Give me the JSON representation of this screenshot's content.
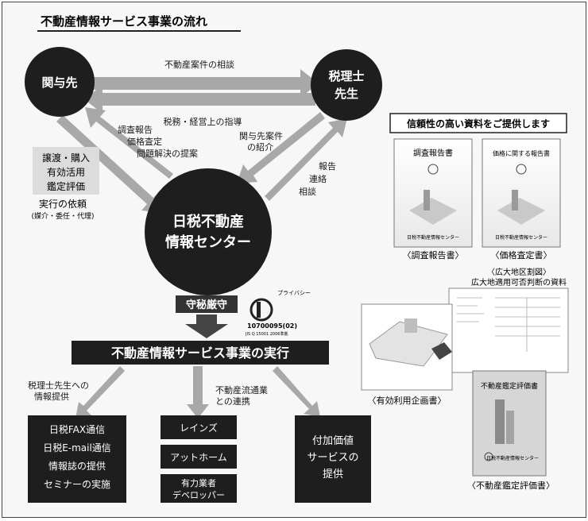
{
  "title": "不動産情報サービス事業の流れ",
  "nodes": {
    "kanyo": "関与先",
    "zeirishi": [
      "税理士",
      "先生"
    ],
    "center": [
      "日税不動産",
      "情報センター"
    ]
  },
  "arrows": {
    "top": "不動産案件の相談",
    "mid": "税務・経営上の指導",
    "left": [
      "調査報告",
      "価格査定",
      "問題解決の提案"
    ],
    "right_in": [
      "関与先案件",
      "の紹介"
    ],
    "right_out": [
      "報告",
      "連絡",
      "相談"
    ]
  },
  "left_box": [
    "譲渡・購入",
    "有効活用",
    "鑑定評価"
  ],
  "left_request": [
    "実行の依頼",
    "(媒介・委任・代理)"
  ],
  "secrecy": "守秘厳守",
  "privacy": {
    "mark": "プライバシー",
    "number": "10700095(02)",
    "small": "JIS Q 15001 2006準拠"
  },
  "execution_title": "不動産情報サービス事業の実行",
  "branch_left": [
    "税理士先生への",
    "情報提供"
  ],
  "branch_mid": [
    "不動産流通業",
    "との連携"
  ],
  "service_left": [
    "日税FAX通信",
    "日税E-mail通信",
    "情報誌の提供",
    "セミナーの実施"
  ],
  "service_mid": [
    "レインズ",
    "アットホーム",
    [
      "有力業者",
      "デベロッパー"
    ]
  ],
  "service_right": [
    "付加価値",
    "サービスの",
    "提供"
  ],
  "docs": {
    "header": "信頼性の高い資料をご提供します",
    "report_cover": "調査報告書",
    "price_cover": "価格に関する報告書",
    "cover_footer": "日税不動産情報センター",
    "caption_report": "〈調査報告書〉",
    "caption_price": "〈価格査定書〉",
    "caption_area": [
      "〈広大地区割図〉",
      "広大地適用可否判断の資料"
    ],
    "caption_plan": "〈有効利用企画書〉",
    "appraisal_cover": "不動産鑑定評価書",
    "caption_appraisal": "〈不動産鑑定評価書〉"
  }
}
